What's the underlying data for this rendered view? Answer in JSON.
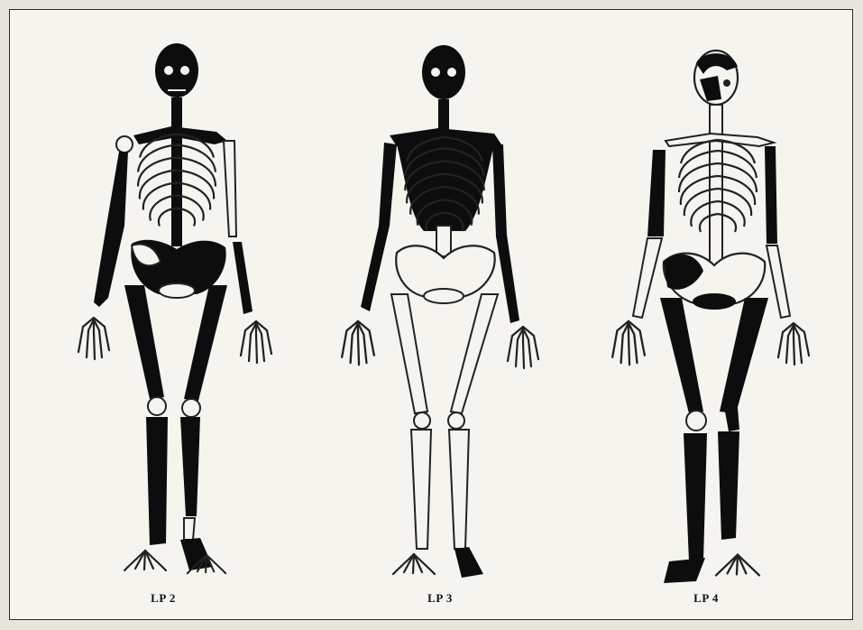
{
  "figure": {
    "skeletons": [
      {
        "id": "lp2",
        "label": "LP 2"
      },
      {
        "id": "lp3",
        "label": "LP 3"
      },
      {
        "id": "lp4",
        "label": "LP 4"
      }
    ]
  }
}
